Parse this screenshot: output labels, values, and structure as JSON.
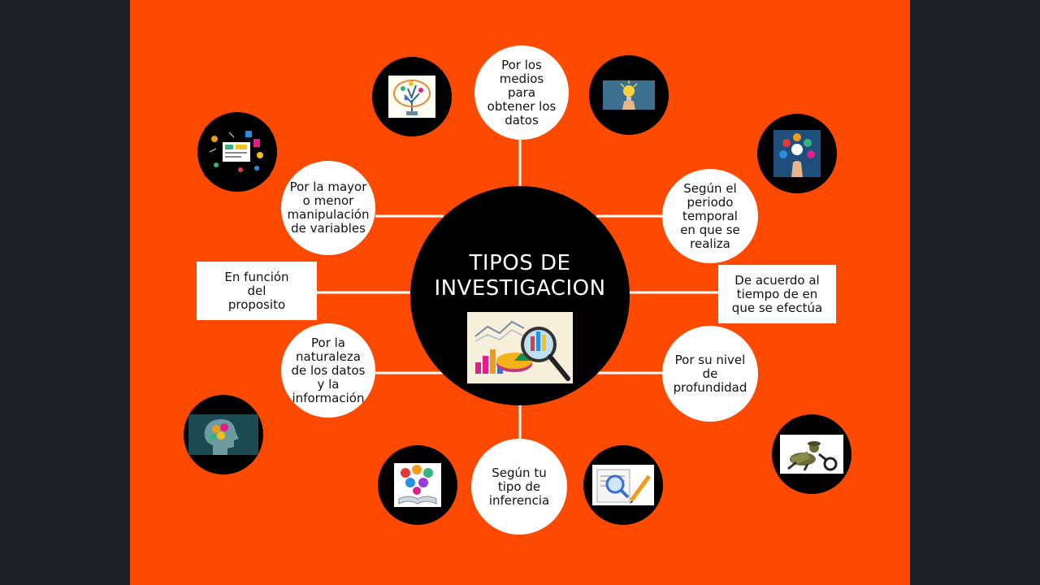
{
  "background_color": "#fe4a00",
  "center": {
    "title": "TIPOS DE\nINVESTIGACION",
    "icon": "chart-magnifier-icon"
  },
  "nodes": [
    {
      "text": "Por los\nmedios\npara\nobtener los\ndatos"
    },
    {
      "text": "Según el\nperiodo\ntemporal\nen que se\nrealiza"
    },
    {
      "text": "De acuerdo al\ntiempo de en\nque se efectúa"
    },
    {
      "text": "Por su nivel\nde\nprofundidad"
    },
    {
      "text": "Según tu\ntipo de\ninferencia"
    },
    {
      "text": "Por la\nnaturaleza\nde los datos\ny la\ninformación"
    },
    {
      "text": "En función\ndel\nproposito"
    },
    {
      "text": "Por la mayor\no menor\nmanipulación\nde variables"
    }
  ],
  "icons": [
    "brain-tree-icon",
    "lightbulb-hand-icon",
    "process-diagram-icon",
    "detective-magnifier-icon",
    "document-magnifier-icon",
    "book-ideas-icon",
    "head-profile-icon",
    "science-collage-icon"
  ]
}
